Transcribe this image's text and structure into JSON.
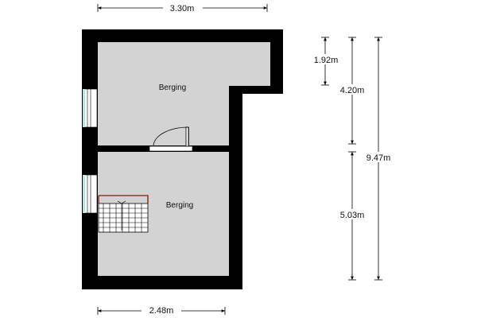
{
  "rooms": {
    "upper": {
      "label": "Berging"
    },
    "lower": {
      "label": "Berging"
    }
  },
  "dimensions": {
    "top_width": "3.30m",
    "bottom_width": "2.48m",
    "upper_part_height": "1.92m",
    "upper_room_height": "4.20m",
    "lower_room_height": "5.03m",
    "total_height": "9.47m"
  },
  "colors": {
    "wall": "#000000",
    "floor": "#d3d3d3",
    "stair_accent": "#8b3a2a"
  }
}
